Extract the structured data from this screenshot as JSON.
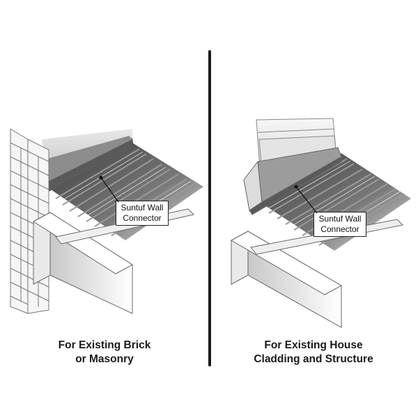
{
  "left_panel": {
    "callout_line1": "Suntuf Wall",
    "callout_line2": "Connector",
    "caption_line1": "For Existing Brick",
    "caption_line2": "or Masonry"
  },
  "right_panel": {
    "callout_line1": "Suntuf Wall",
    "callout_line2": "Connector",
    "caption_line1": "For Existing House",
    "caption_line2": "Cladding and Structure"
  },
  "colors": {
    "divider": "#1a1a1a",
    "panel_dark": "#4a4a4a",
    "panel_light": "#d8d8d8",
    "wood": "#f2f2f2",
    "outline": "#555555"
  }
}
